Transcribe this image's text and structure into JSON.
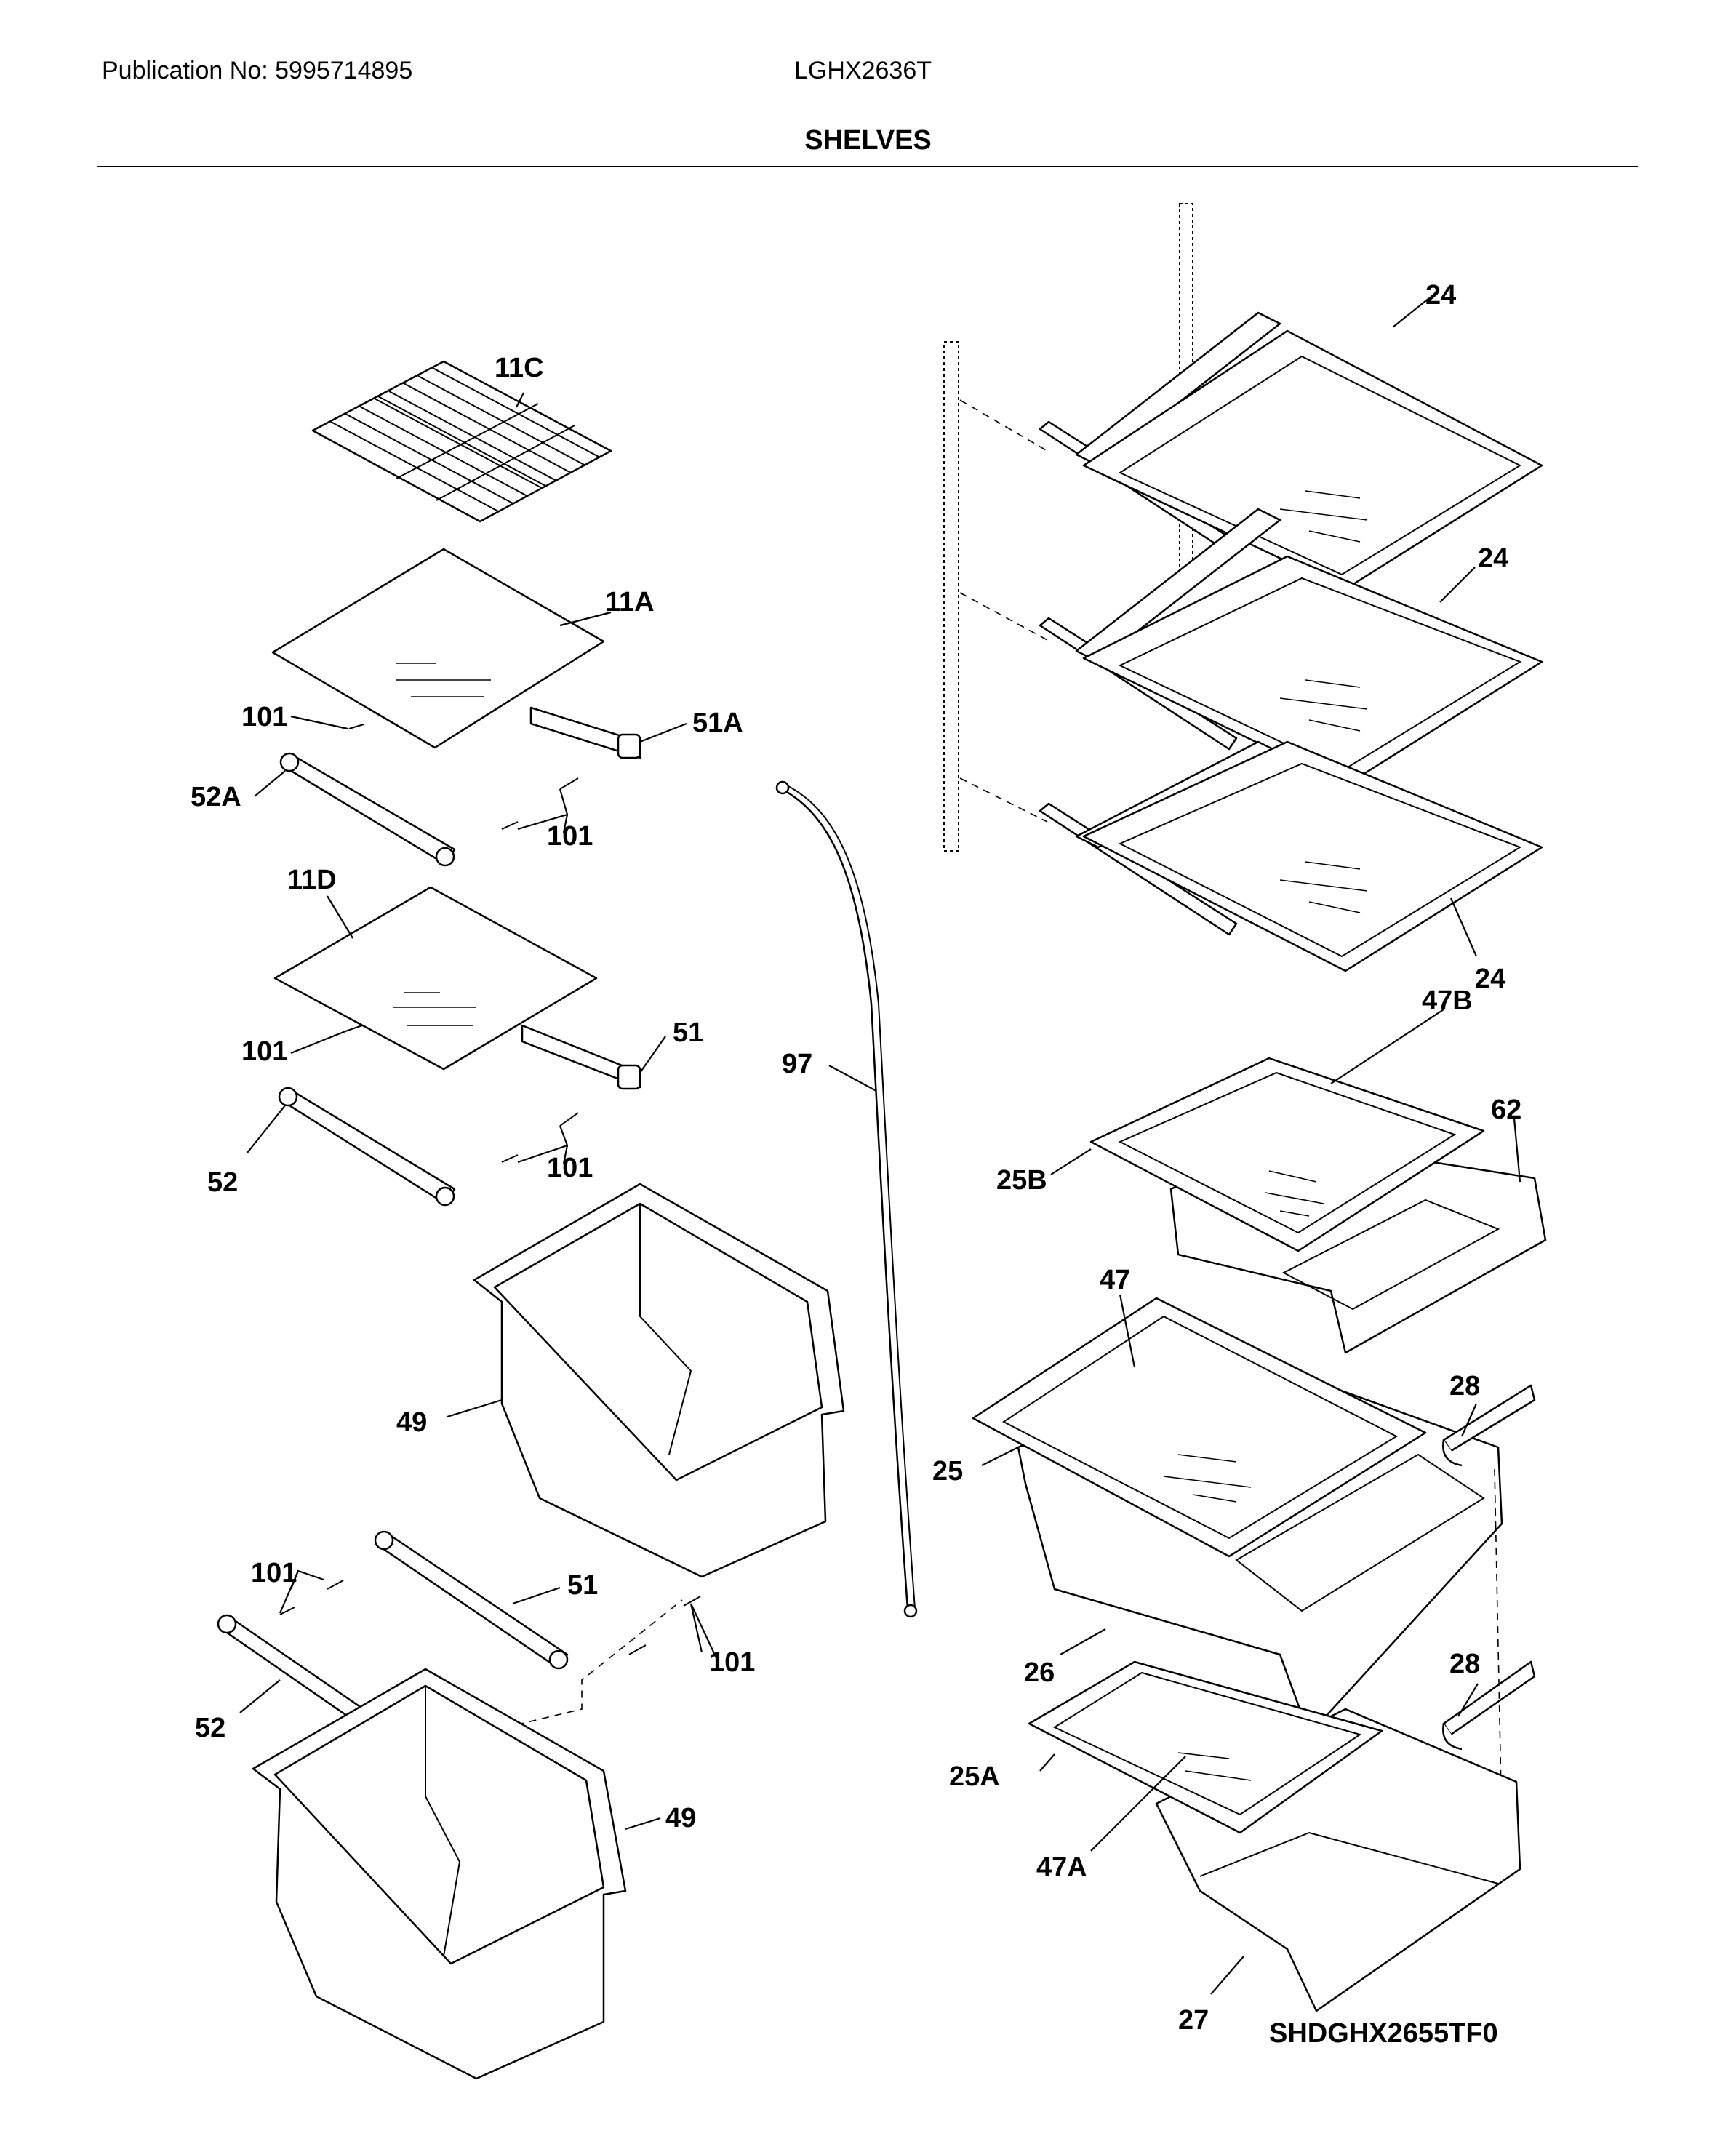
{
  "header": {
    "publication": "Publication No: 5995714895",
    "model": "LGHX2636T",
    "section_title": "SHELVES"
  },
  "footer": {
    "figure_code": "SHDGHX2655TF0"
  },
  "callouts": {
    "c11c": "11C",
    "c11a": "11A",
    "c101_a": "101",
    "c51a": "51A",
    "c52a": "52A",
    "c101_b": "101",
    "c11d": "11D",
    "c101_c": "101",
    "c51_a": "51",
    "c52_a": "52",
    "c101_d": "101",
    "c97": "97",
    "c49_a": "49",
    "c101_e": "101",
    "c51_b": "51",
    "c101_f": "101",
    "c52_b": "52",
    "c49_b": "49",
    "c24_a": "24",
    "c24_b": "24",
    "c24_c": "24",
    "c47b": "47B",
    "c62": "62",
    "c25b": "25B",
    "c47": "47",
    "c28_a": "28",
    "c25": "25",
    "c26": "26",
    "c28_b": "28",
    "c25a": "25A",
    "c47a": "47A",
    "c27": "27"
  }
}
